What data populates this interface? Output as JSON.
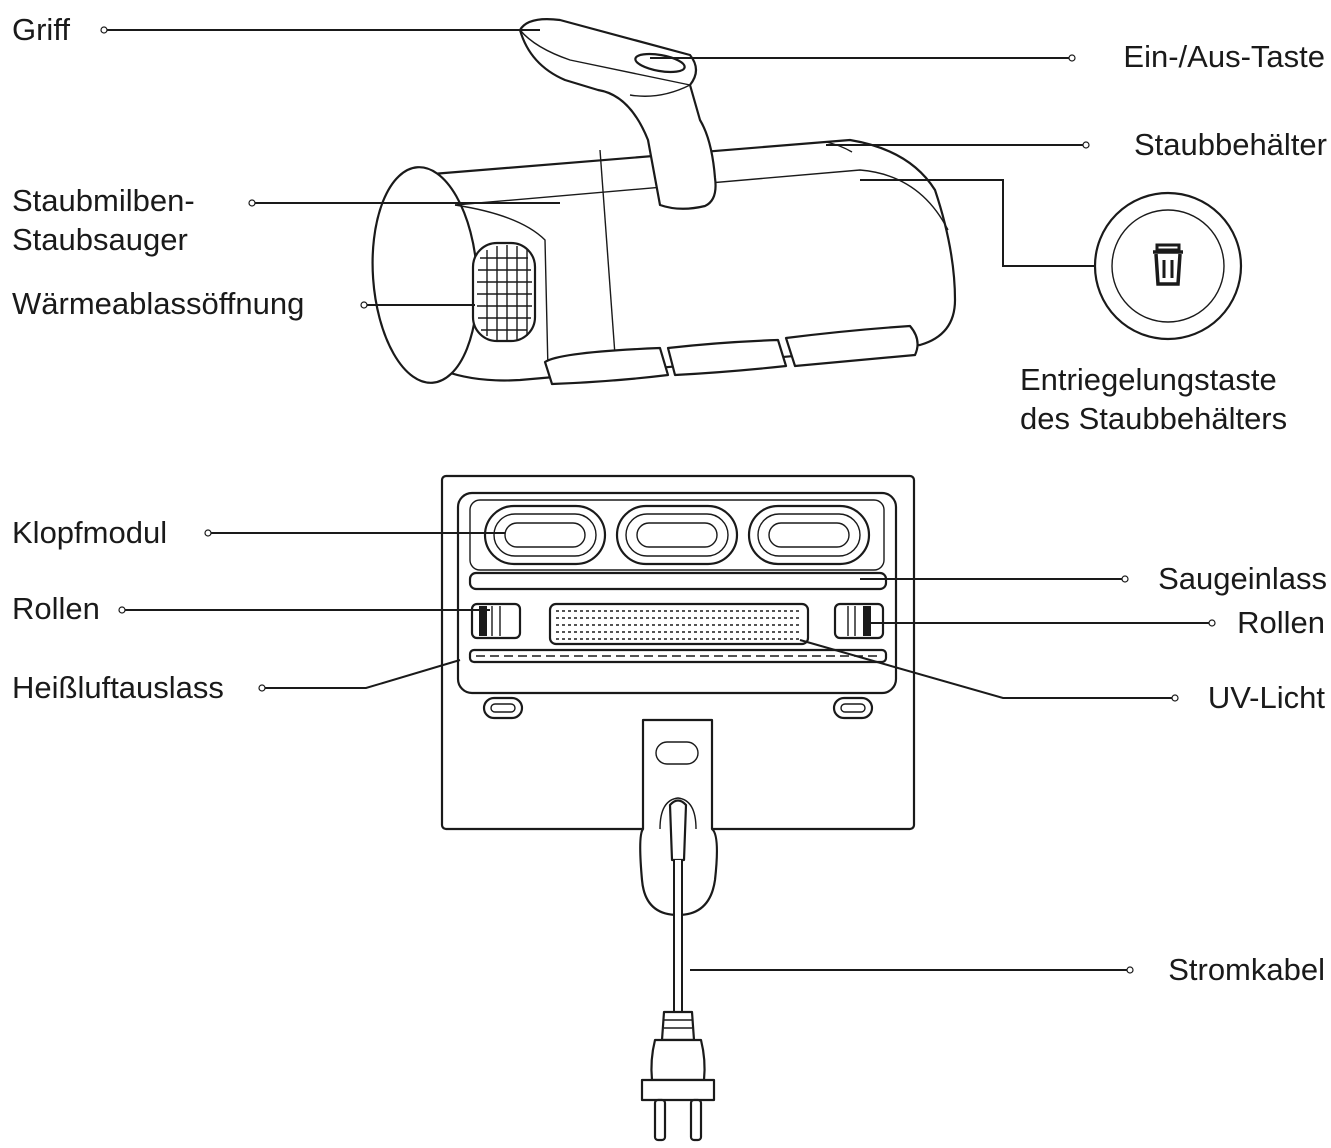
{
  "labels": {
    "griff": "Griff",
    "power_button": "Ein-/Aus-Taste",
    "dust_container": "Staubbehälter",
    "mite_vacuum_line1": "Staubmilben-",
    "mite_vacuum_line2": "Staubsauger",
    "heat_vent": "Wärmeablassöffnung",
    "release_line1": "Entriegelungstaste",
    "release_line2": "des Staubbehälters",
    "tapping_module": "Klopfmodul",
    "suction_inlet": "Saugeinlass",
    "rollers_left": "Rollen",
    "rollers_right": "Rollen",
    "hot_air_outlet": "Heißluftauslass",
    "uv_light": "UV-Licht",
    "power_cord": "Stromkabel"
  },
  "icons": {
    "release_button_icon": "trash-can-icon"
  }
}
